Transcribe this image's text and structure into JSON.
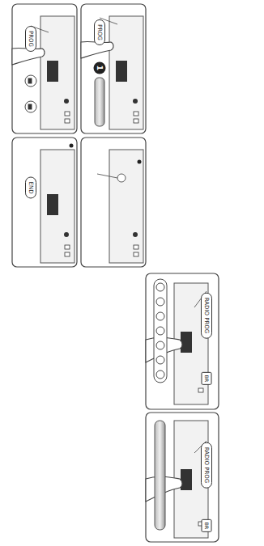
{
  "diagram": {
    "nodes": [
      {
        "text": [
          "PROG"
        ]
      },
      {
        "text": [
          "PROG"
        ]
      },
      {
        "text": [
          "1"
        ]
      },
      {
        "text": [
          "END"
        ]
      },
      {
        "text": [
          "RADIO PROG"
        ]
      },
      {
        "text": [
          "BR"
        ]
      },
      {
        "text": [
          "RADIO PROG"
        ]
      },
      {
        "text": [
          "BR"
        ]
      }
    ]
  }
}
